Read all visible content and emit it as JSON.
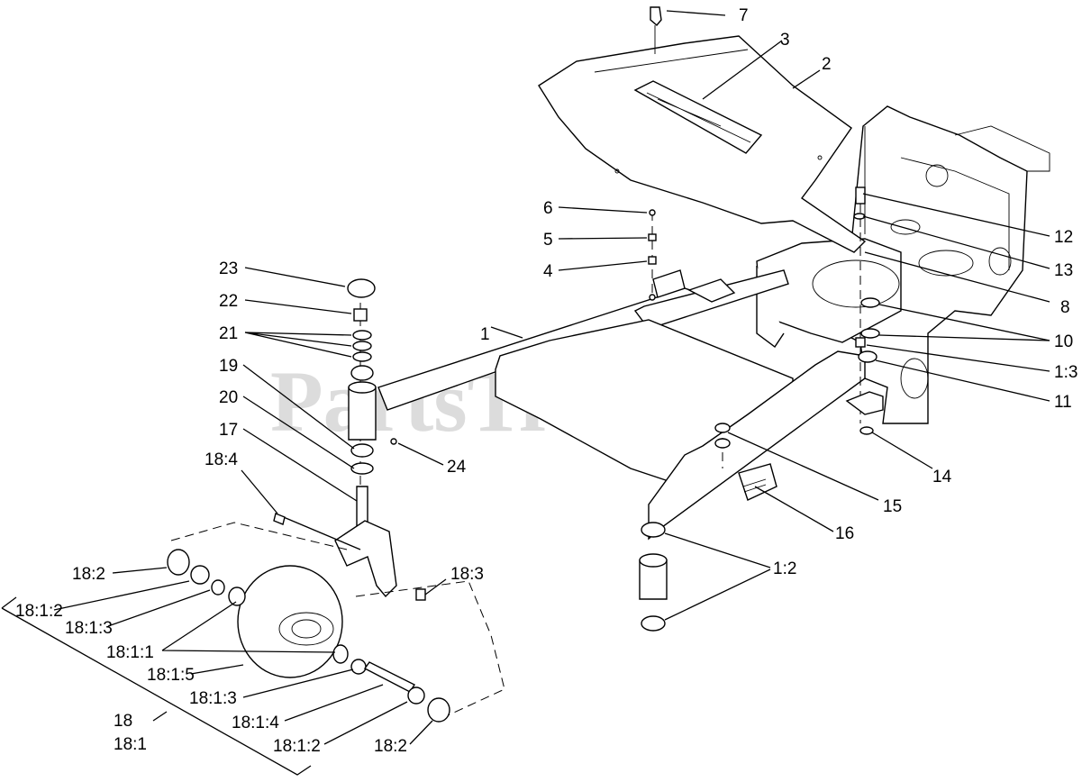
{
  "watermark": "PartsTree",
  "callouts": {
    "c1": "1",
    "c2": "2",
    "c3": "3",
    "c4": "4",
    "c5": "5",
    "c6": "6",
    "c7": "7",
    "c8": "8",
    "c10": "10",
    "c1_3": "1:3",
    "c11": "11",
    "c12": "12",
    "c13": "13",
    "c14": "14",
    "c15": "15",
    "c16": "16",
    "c1_2": "1:2",
    "c17": "17",
    "c19": "19",
    "c20": "20",
    "c21": "21",
    "c22": "22",
    "c23": "23",
    "c24": "24",
    "c18_4": "18:4",
    "c18_2a": "18:2",
    "c18_2b": "18:2",
    "c18_3": "18:3",
    "c18_1_2a": "18:1:2",
    "c18_1_2b": "18:1:2",
    "c18_1_3a": "18:1:3",
    "c18_1_3b": "18:1:3",
    "c18_1_1": "18:1:1",
    "c18_1_5": "18:1:5",
    "c18_1_4": "18:1:4",
    "c18": "18",
    "c18_1": "18:1"
  }
}
